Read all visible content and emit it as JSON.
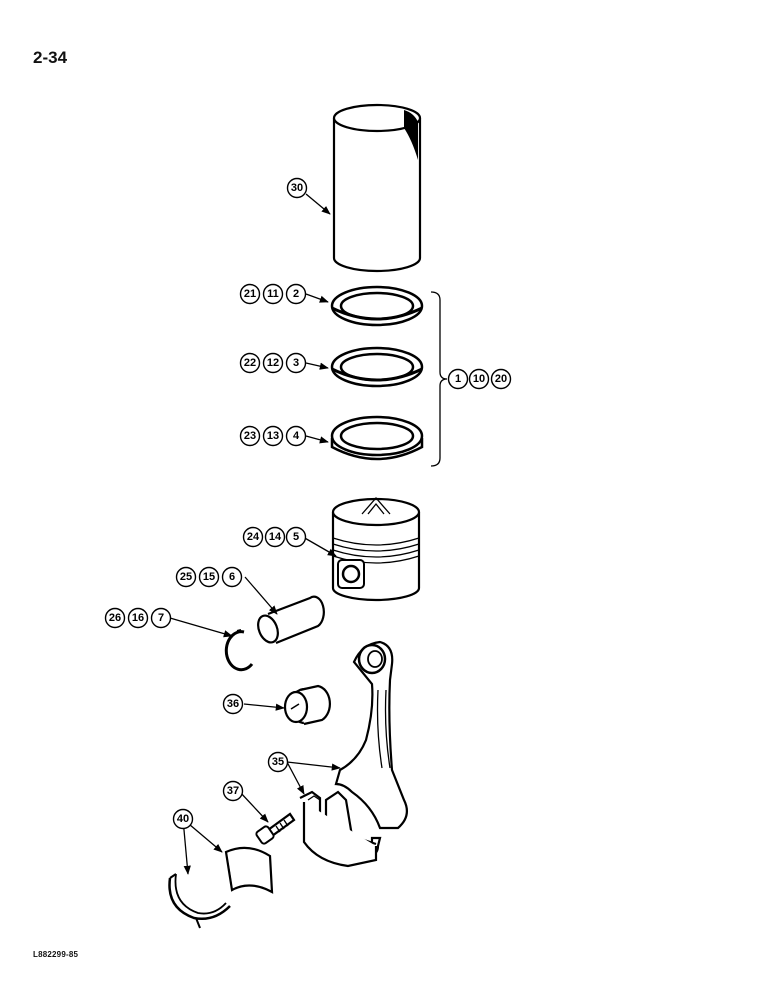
{
  "page_number": "2-34",
  "figure_id": "L882299-85",
  "callouts": {
    "liner": [
      "30"
    ],
    "ring_top": [
      "21",
      "11",
      "2"
    ],
    "ring_mid": [
      "22",
      "12",
      "3"
    ],
    "ring_oil": [
      "23",
      "13",
      "4"
    ],
    "ring_set": [
      "1",
      "10",
      "20"
    ],
    "piston": [
      "24",
      "14",
      "5"
    ],
    "pin": [
      "25",
      "15",
      "6"
    ],
    "snap_ring": [
      "26",
      "16",
      "7"
    ],
    "bushing": [
      "36"
    ],
    "rod": [
      "35"
    ],
    "bolt": [
      "37"
    ],
    "bearing": [
      "40"
    ]
  }
}
